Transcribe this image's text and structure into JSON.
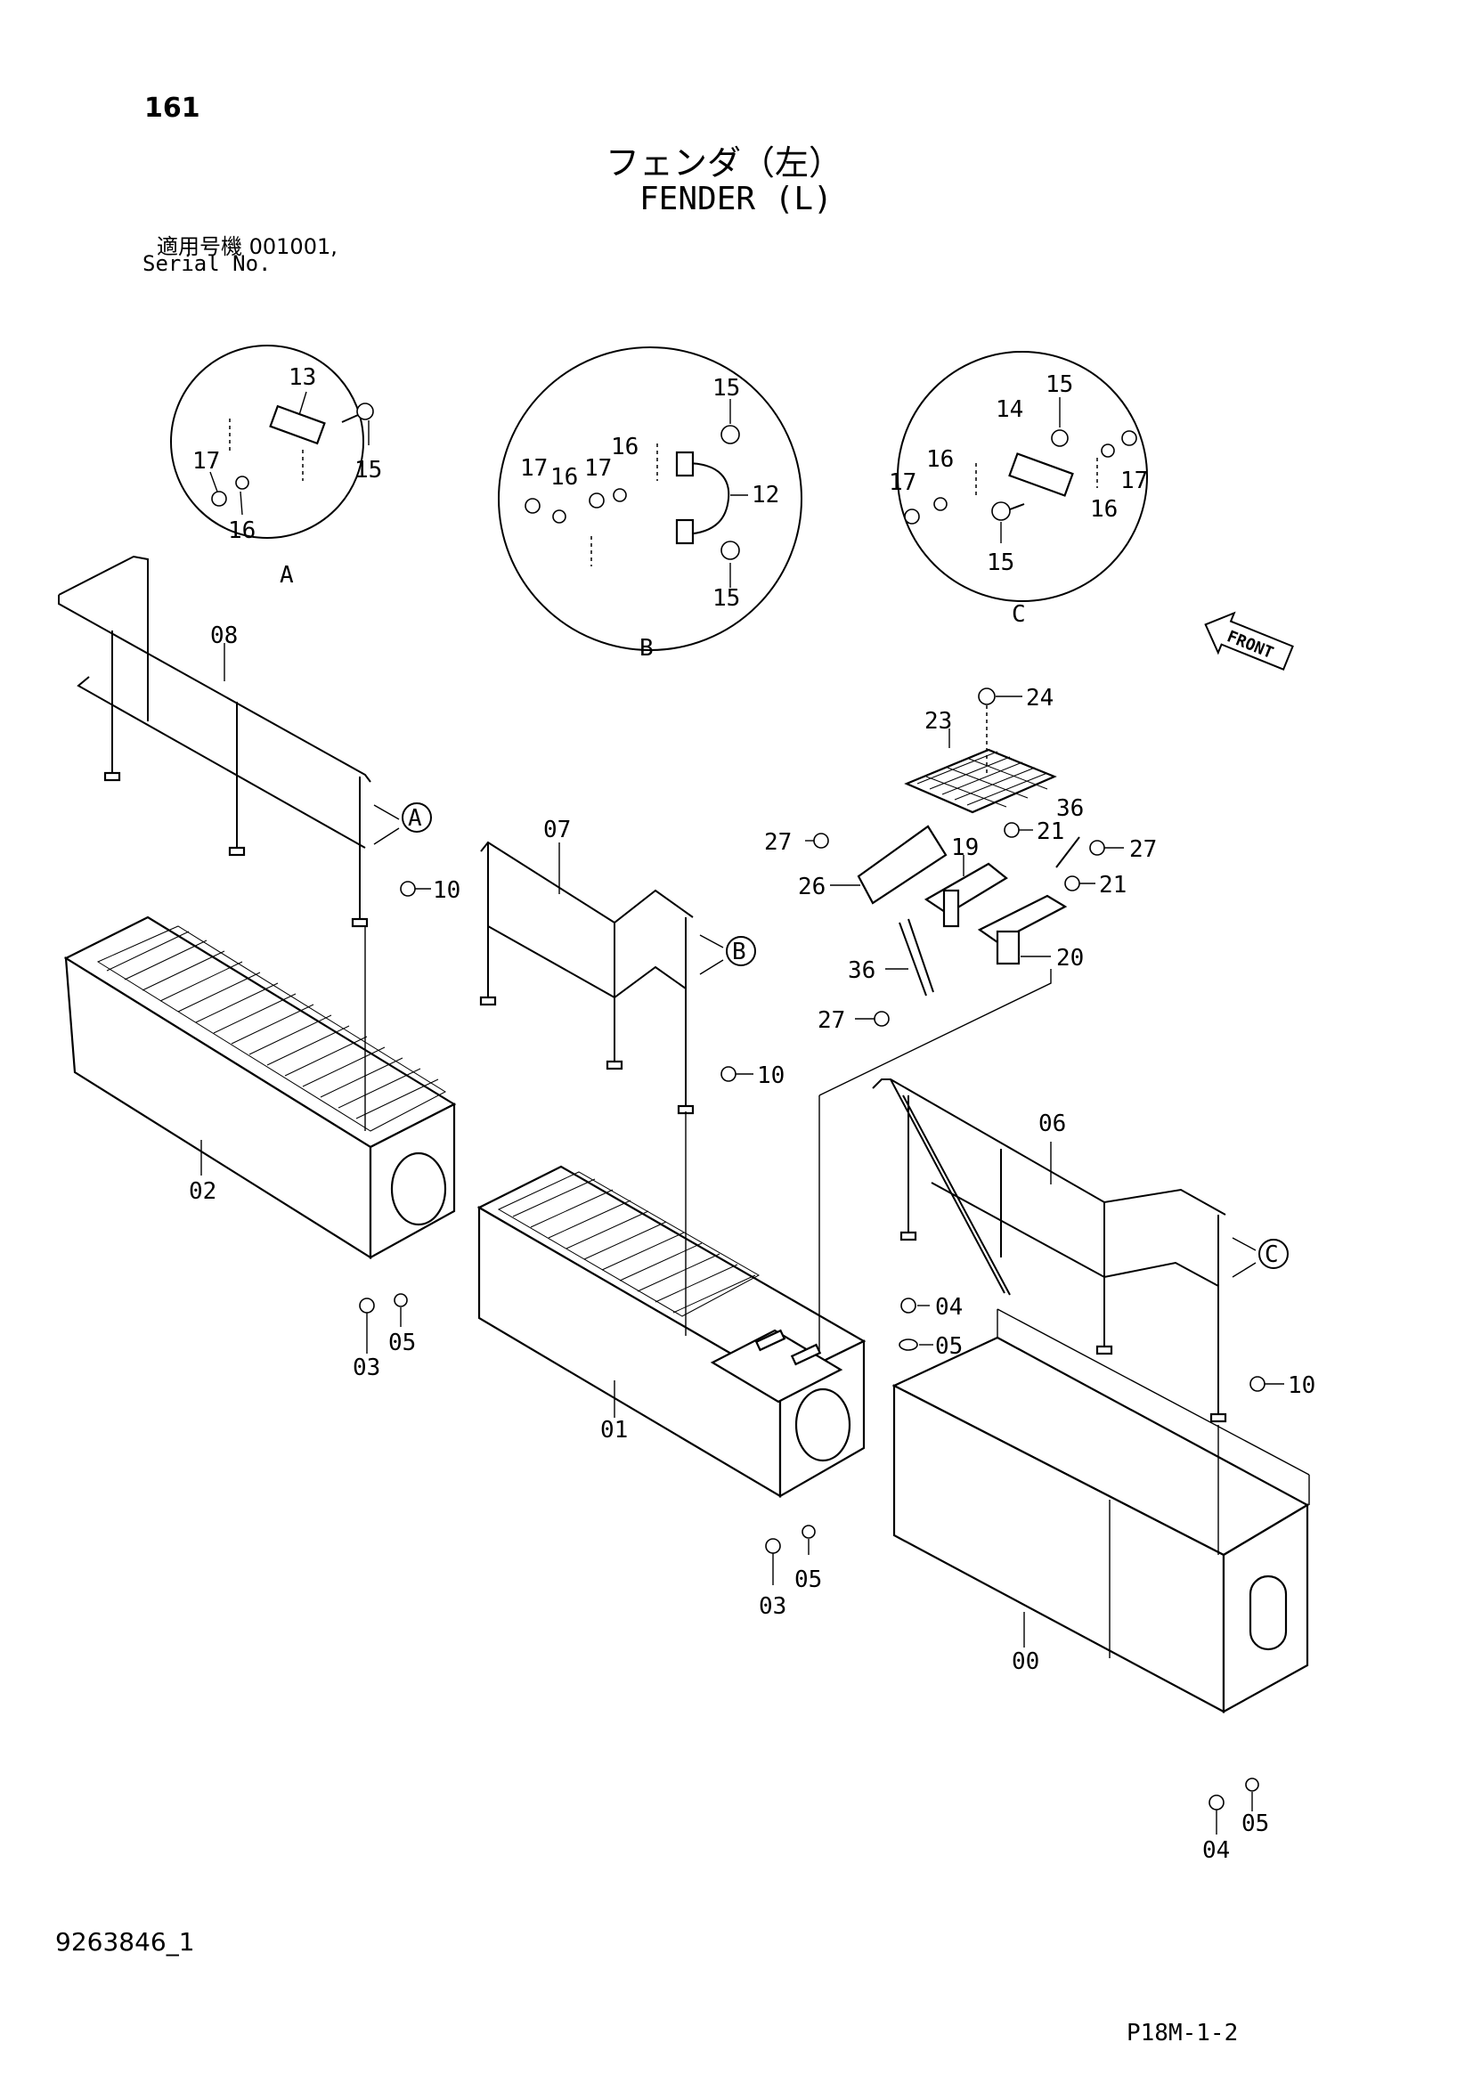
{
  "header": {
    "page_number": "161",
    "title_jp": "フェンダ（左）",
    "title_en": "FENDER (L)",
    "serial_jp": "適用号機  001001,",
    "serial_en": "Serial No."
  },
  "footer": {
    "document_number": "9263846_1",
    "reference_code": "P18M-1-2"
  },
  "front_indicator": "FRONT",
  "detail_views": [
    "A",
    "B",
    "C"
  ],
  "callouts": {
    "a13": "13",
    "a15": "15",
    "a16": "16",
    "a17": "17",
    "b12": "12",
    "b15a": "15",
    "b15b": "15",
    "b16a": "16",
    "b16b": "16",
    "b17a": "17",
    "b17b": "17",
    "c14": "14",
    "c15a": "15",
    "c15b": "15",
    "c16a": "16",
    "c16b": "16",
    "c17a": "17",
    "c17b": "17",
    "p00": "00",
    "p01": "01",
    "p02": "02",
    "p03a": "03",
    "p03b": "03",
    "p04a": "04",
    "p04b": "04",
    "p05a": "05",
    "p05b": "05",
    "p05c": "05",
    "p05d": "05",
    "p06": "06",
    "p07": "07",
    "p08": "08",
    "p10a": "10",
    "p10b": "10",
    "p10c": "10",
    "p19": "19",
    "p20": "20",
    "p21a": "21",
    "p21b": "21",
    "p23": "23",
    "p24": "24",
    "p26": "26",
    "p27a": "27",
    "p27b": "27",
    "p27c": "27",
    "p36a": "36",
    "p36b": "36"
  }
}
